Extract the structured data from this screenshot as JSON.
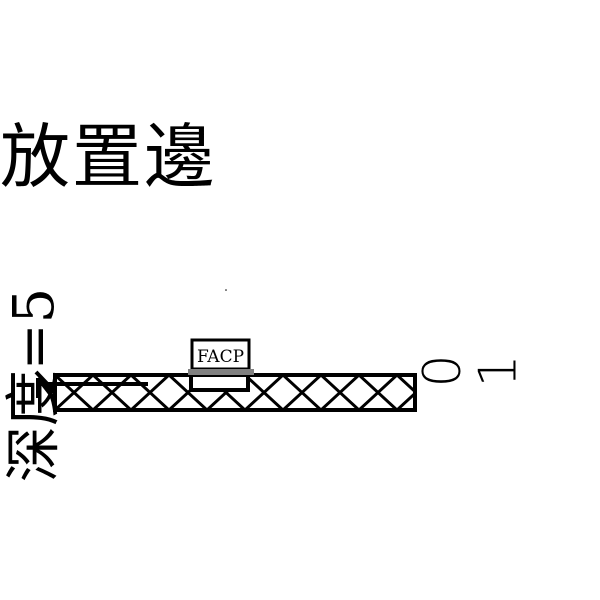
{
  "title": "放置邊",
  "side_label": "深度=5",
  "panel_label": "FACP",
  "right_digits": [
    "0",
    "1"
  ],
  "colors": {
    "line": "#000000",
    "mount_bar": "#808080"
  }
}
